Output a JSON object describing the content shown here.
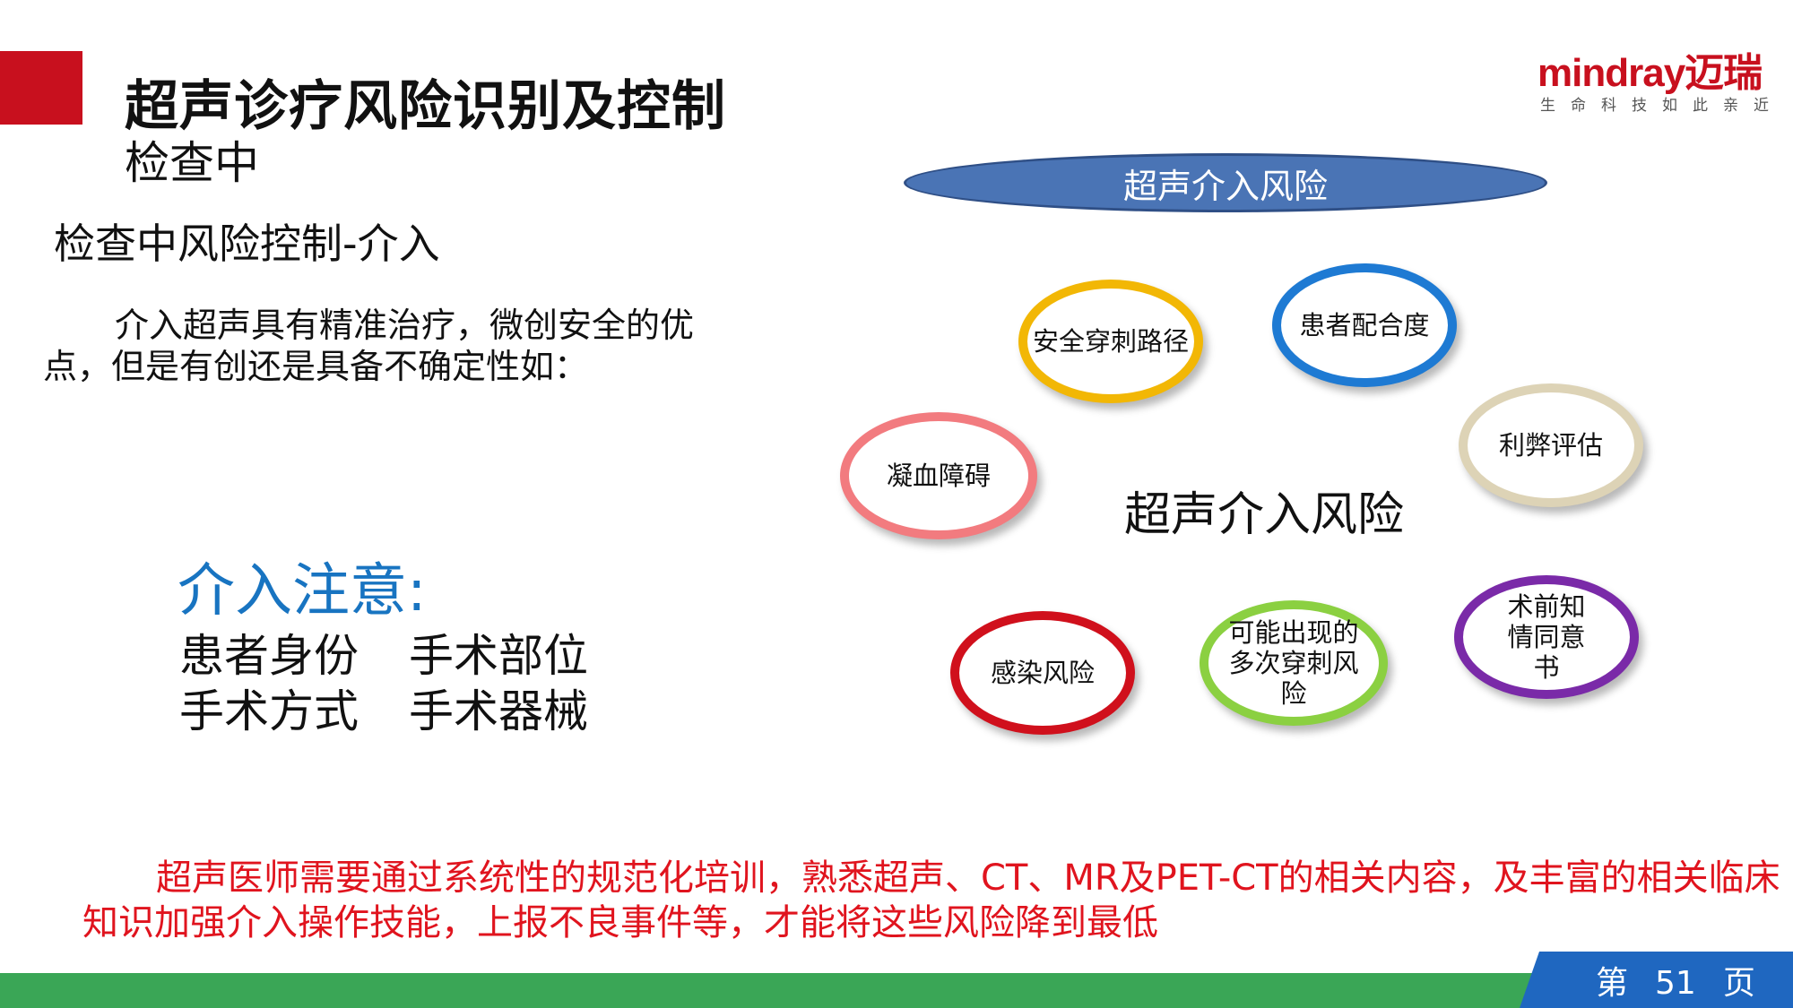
{
  "header": {
    "title": "超声诊疗风险识别及控制",
    "subtitle": "检查中"
  },
  "logo": {
    "brand": "mindray迈瑞",
    "tagline": "生命科技如此亲近",
    "brand_color": "#c8101e"
  },
  "section": {
    "heading": "检查中风险控制-介入",
    "paragraph": "介入超声具有精准治疗，微创安全的优点，但是有创还是具备不确定性如："
  },
  "notice": {
    "title": "介入注意:",
    "items": [
      "患者身份",
      "手术部位",
      "手术方式",
      "手术器械"
    ],
    "title_color": "#1874c1"
  },
  "diagram": {
    "top_label": "超声介入风险",
    "center_label": "超声介入风险",
    "bubbles": [
      {
        "label": "安全穿刺路径",
        "color": "#f2b705"
      },
      {
        "label": "患者配合度",
        "color": "#1e7ad3"
      },
      {
        "label": "利弊评估",
        "color": "#ddd3b6"
      },
      {
        "label": "凝血障碍",
        "color": "#f27b7f"
      },
      {
        "label": "感染风险",
        "color": "#d0101c"
      },
      {
        "label": "可能出现的多次穿刺风险",
        "color": "#8bd041"
      },
      {
        "label": "术前知情同意书",
        "color": "#7a2aa8"
      }
    ]
  },
  "closing": {
    "text": "超声医师需要通过系统性的规范化培训，熟悉超声、CT、MR及PET-CT的相关内容，及丰富的相关临床知识加强介入操作技能，上报不良事件等，才能将这些风险降到最低",
    "color": "#e0141e"
  },
  "footer": {
    "page_prefix": "第",
    "page_number": "51",
    "page_suffix": "页"
  }
}
